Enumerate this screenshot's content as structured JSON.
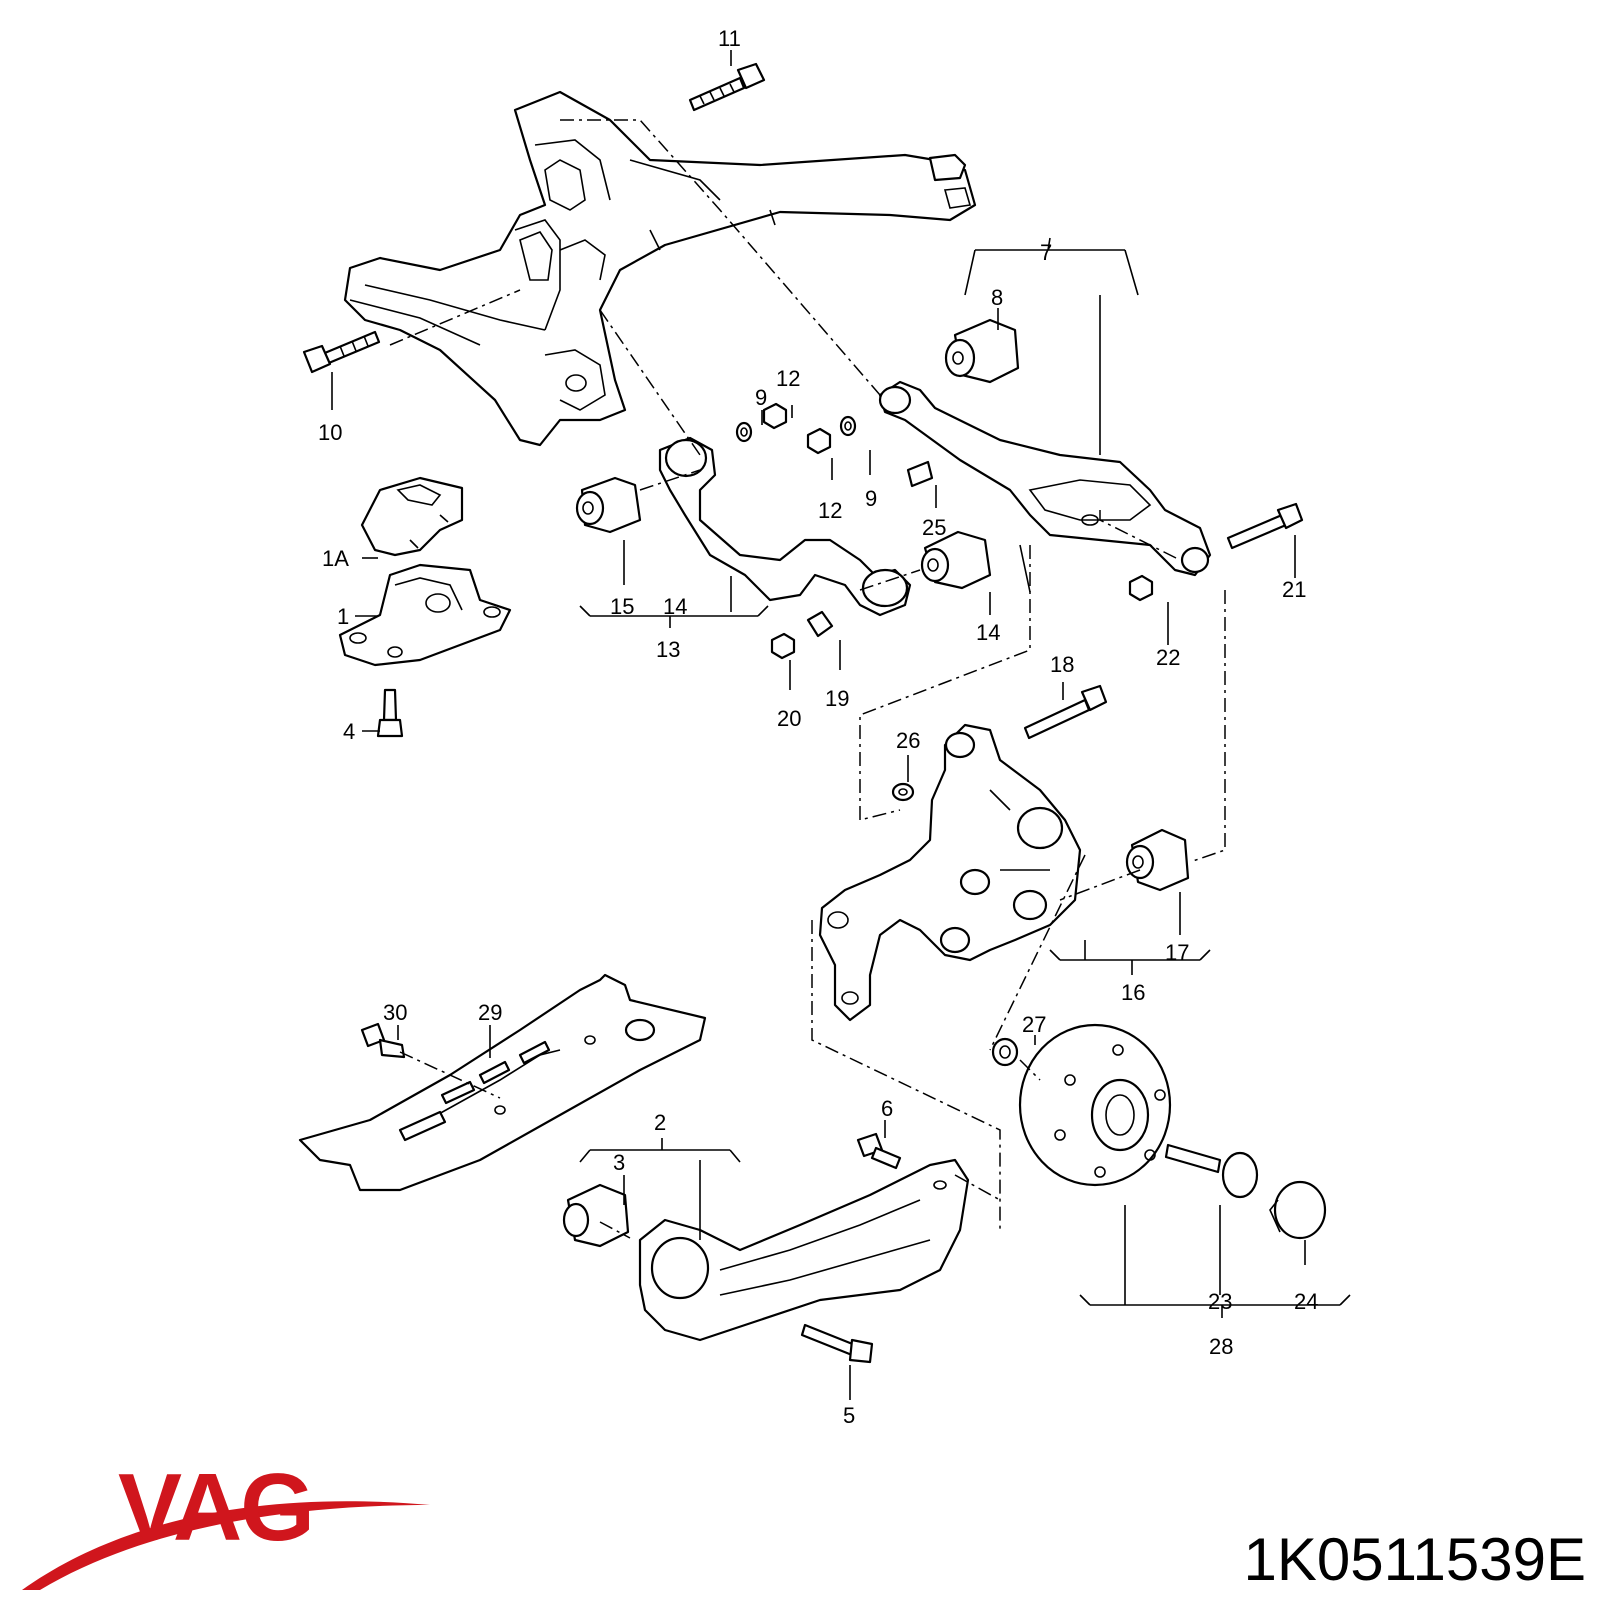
{
  "diagram": {
    "labels": [
      "11",
      "10",
      "7",
      "8",
      "9",
      "12",
      "12",
      "9",
      "25",
      "1A",
      "1",
      "4",
      "15",
      "14",
      "13",
      "14",
      "21",
      "22",
      "20",
      "19",
      "18",
      "26",
      "17",
      "16",
      "27",
      "30",
      "29",
      "2",
      "3",
      "6",
      "5",
      "23",
      "24",
      "28"
    ]
  },
  "brand": {
    "logo_text": "VAG",
    "logo_color": "#d0161d"
  },
  "part_number": "1K0511539E"
}
